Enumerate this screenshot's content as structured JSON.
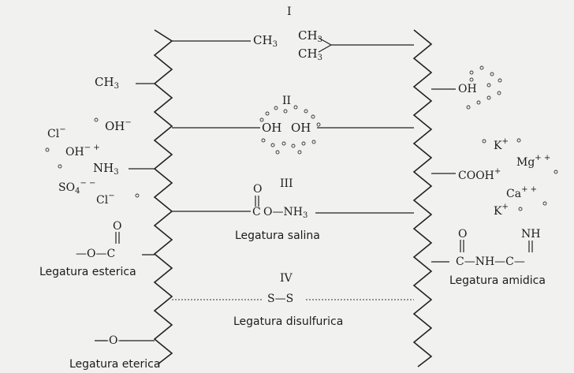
{
  "roman": {
    "I": "I",
    "II": "II",
    "III": "III",
    "IV": "IV"
  },
  "groups": {
    "ch3_left_top": "CH",
    "ch3_right_a": "CH",
    "ch3_right_b": "CH",
    "ch3_left_mid": "CH",
    "oh_right_top": "OH",
    "oh_mid_a": "OH",
    "oh_mid_b": "OH",
    "cooh": "COOH",
    "coo_nh3": "C",
    "nh3_right": "O—NH",
    "amide": "C—NH—C—",
    "ester_o": "—O—C",
    "ether": "—O—",
    "disulfide": "S—S"
  },
  "ions": {
    "cl_top": "Cl",
    "oh_minus": "OH",
    "oh_minus2": "OH",
    "nh3_left": "NH",
    "so4": "SO",
    "cl_bottom": "Cl",
    "k_top": "K",
    "mg": "Mg",
    "ca": "Ca",
    "k_bottom": "K",
    "nh_top": "NH",
    "o_ester": "O",
    "o_salt": "O",
    "o_amide": "O"
  },
  "captions": {
    "salina": "Legatura salina",
    "esterica": "Legatura esterica",
    "amidica": "Legatura amidica",
    "disulfurica": "Legatura disulfurica",
    "eterica": "Legatura eterica"
  }
}
